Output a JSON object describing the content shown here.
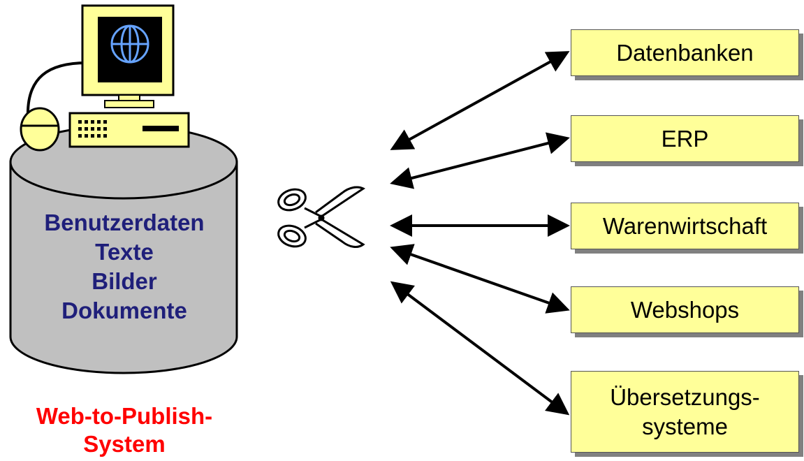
{
  "database": {
    "lines": [
      "Benutzerdaten",
      "Texte",
      "Bilder",
      "Dokumente"
    ]
  },
  "system": {
    "lines": [
      "Web-to-Publish-",
      "System"
    ]
  },
  "targets": [
    {
      "lines": [
        "Datenbanken"
      ]
    },
    {
      "lines": [
        "ERP"
      ]
    },
    {
      "lines": [
        "Warenwirtschaft"
      ]
    },
    {
      "lines": [
        "Webshops"
      ]
    },
    {
      "lines": [
        "Übersetzungs-",
        "systeme"
      ]
    }
  ],
  "colors": {
    "db_text": "#1f1f7a",
    "system_text": "#ff0000",
    "box_fill": "#ffff99",
    "cylinder_fill": "#c0c0c0",
    "monitor_screen": "#000000",
    "globe": "#66a3ff"
  },
  "icons": [
    "computer-icon",
    "globe-icon",
    "mouse-icon",
    "keyboard-icon",
    "scissors-icon",
    "database-cylinder"
  ]
}
